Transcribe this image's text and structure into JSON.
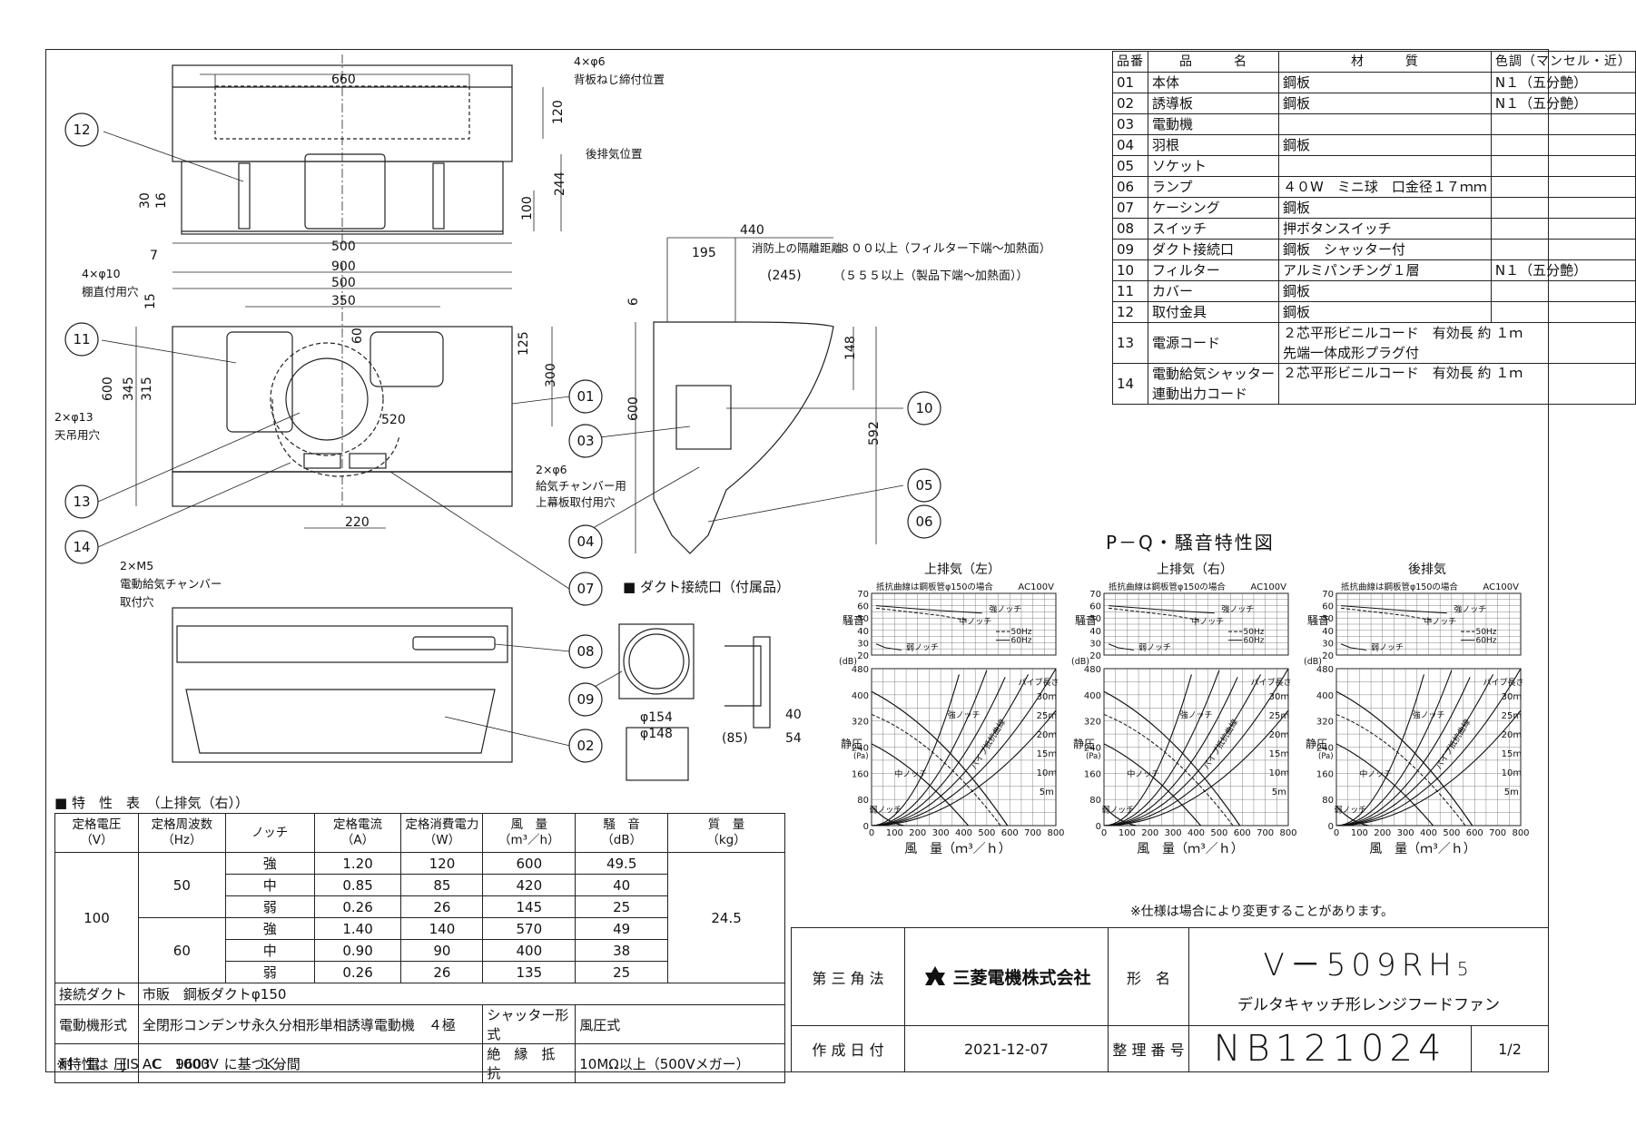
{
  "parts_table": {
    "headers": [
      "品番",
      "品　　　名",
      "材　　　質",
      "色調（マンセル・近）"
    ],
    "rows": [
      [
        "01",
        "本体",
        "鋼板",
        "N１（五分艶）"
      ],
      [
        "02",
        "誘導板",
        "鋼板",
        "N１（五分艶）"
      ],
      [
        "03",
        "電動機",
        "",
        ""
      ],
      [
        "04",
        "羽根",
        "鋼板",
        ""
      ],
      [
        "05",
        "ソケット",
        "",
        ""
      ],
      [
        "06",
        "ランプ",
        "４０W　ミニ球　口金径１７ｍｍ",
        ""
      ],
      [
        "07",
        "ケーシング",
        "鋼板",
        ""
      ],
      [
        "08",
        "スイッチ",
        "押ボタンスイッチ",
        ""
      ],
      [
        "09",
        "ダクト接続口",
        "鋼板　シャッター付",
        ""
      ],
      [
        "10",
        "フィルター",
        "アルミパンチング１層",
        "N１（五分艶）"
      ],
      [
        "11",
        "カバー",
        "鋼板",
        ""
      ],
      [
        "12",
        "取付金具",
        "鋼板",
        ""
      ]
    ],
    "row13": {
      "no": "13",
      "name": "電源コード",
      "material_line1": "２芯平形ビニルコード　有効長 約 １ｍ",
      "material_line2": "先端一体成形プラグ付"
    },
    "row14": {
      "no": "14",
      "name_line1": "電動給気シャッター",
      "name_line2": "連動出力コード",
      "material": "２芯平形ビニルコード　有効長 約 １ｍ"
    }
  },
  "drawing": {
    "dims": {
      "d660": "660",
      "d120": "120",
      "d244": "244",
      "d100": "100",
      "d30": "30",
      "d16": "16",
      "d7": "7",
      "d500a": "500",
      "d900": "900",
      "d500b": "500",
      "d350": "350",
      "d15": "15",
      "d125": "125",
      "d60": "60",
      "d300": "300",
      "d600": "600",
      "d345": "345",
      "d315": "315",
      "d520": "520",
      "d220": "220",
      "d440": "440",
      "d195": "195",
      "d245": "(245)",
      "d6": "6",
      "d148": "148",
      "d600s": "600",
      "d592": "592",
      "d154": "φ154",
      "d148b": "φ148",
      "d40": "40",
      "d54": "54",
      "d85": "(85)"
    },
    "notes": {
      "n_back_screw_1": "4×φ6",
      "n_back_screw_2": "背板ねじ締付位置",
      "n_back_exhaust": "後排気位置",
      "n_ceiling_1": "4×φ10",
      "n_ceiling_2": "棚直付用穴",
      "n_hang_1": "2×φ13",
      "n_hang_2": "天吊用穴",
      "n_chamber_1": "2×φ6",
      "n_chamber_2": "給気チャンバー用",
      "n_chamber_3": "上幕板取付用穴",
      "n_m5_1": "2×M5",
      "n_m5_2": "電動給気チャンバー",
      "n_m5_3": "取付穴",
      "n_clear_1": "消防上の隔離距離",
      "n_clear_2": "８００以上（フィルター下端～加熱面）",
      "n_clear_3": "（５５５以上（製品下端～加熱面））",
      "duct_title": "■ ダクト接続口（付属品）"
    },
    "balloons": [
      "12",
      "11",
      "13",
      "14",
      "01",
      "03",
      "04",
      "10",
      "05",
      "06",
      "07",
      "08",
      "09",
      "02"
    ]
  },
  "pq": {
    "title": "P－Q・騒音特性図",
    "charts": [
      {
        "name": "上排気（左）"
      },
      {
        "name": "上排気（右）"
      },
      {
        "name": "後排気"
      }
    ],
    "noise_note": "抵抗曲線は鋼板管φ150の場合",
    "ac": "AC100V",
    "noise_axis": "騒音",
    "noise_unit": "(dB)",
    "pressure_axis": "静圧",
    "pressure_unit": "(Pa)",
    "flow_axis": "風　量（ｍ³／ｈ）",
    "legend_50": "50Hz",
    "legend_60": "60Hz",
    "pipe_title": "パイプ長さ",
    "pipe_lengths": [
      "30m",
      "25m",
      "20m",
      "15m",
      "10m",
      "5m"
    ],
    "curve_labels": {
      "strong": "強ノッチ",
      "medium": "中ノッチ",
      "weak": "弱ノッチ",
      "resist": "パイプ抵抗曲線"
    },
    "noise_ticks": [
      "70",
      "60",
      "50",
      "40",
      "30",
      "20"
    ],
    "pressure_ticks": [
      "480",
      "400",
      "320",
      "240",
      "160",
      "80",
      "0"
    ],
    "flow_ticks": [
      "0",
      "100",
      "200",
      "300",
      "400",
      "500",
      "600",
      "700",
      "800"
    ],
    "spec_note": "※仕様は場合により変更することがあります。"
  },
  "perf_table": {
    "title": "■ 特　性　表　（上排気（右））",
    "headers": [
      "定格電圧\n（V）",
      "定格周波数\n（Hz）",
      "ノッチ",
      "定格電流\n（A）",
      "定格消費電力\n（W）",
      "風　量\n（m³／h）",
      "騒　音\n（dB）",
      "質　量\n（kg）"
    ],
    "voltage": "100",
    "mass": "24.5",
    "groups": [
      {
        "freq": "50",
        "rows": [
          [
            "強",
            "1.20",
            "120",
            "600",
            "49.5"
          ],
          [
            "中",
            "0.85",
            "85",
            "420",
            "40"
          ],
          [
            "弱",
            "0.26",
            "26",
            "145",
            "25"
          ]
        ]
      },
      {
        "freq": "60",
        "rows": [
          [
            "強",
            "1.40",
            "140",
            "570",
            "49"
          ],
          [
            "中",
            "0.90",
            "90",
            "400",
            "38"
          ],
          [
            "弱",
            "0.26",
            "26",
            "135",
            "25"
          ]
        ]
      }
    ],
    "duct_label": "接続ダクト",
    "duct_value": "市販　鋼板ダクトφ150",
    "motor_label": "電動機形式",
    "motor_value": "全閉形コンデンサ永久分相形単相誘導電動機　４極",
    "shutter_label": "シャッター形式",
    "shutter_value": "風圧式",
    "withstand_label": "耐　電　圧",
    "withstand_value": "AC　1000V　　　１分間",
    "insul_label": "絶　縁　抵　抗",
    "insul_value": "10MΩ以上（500Vメガー）",
    "footnote": "※特性は　JIS　C　9603　に基づく。"
  },
  "title_block": {
    "projection": "第 三 角 法",
    "company": "三菱電機株式会社",
    "model_label": "形　名",
    "model": "V－509RH",
    "model_suffix": "5",
    "product": "デルタキャッチ形レンジフードファン",
    "date_label": "作 成 日 付",
    "date": "2021-12-07",
    "ref_label": "整 理 番 号",
    "ref": "NB121024",
    "sheet": "1/2"
  }
}
